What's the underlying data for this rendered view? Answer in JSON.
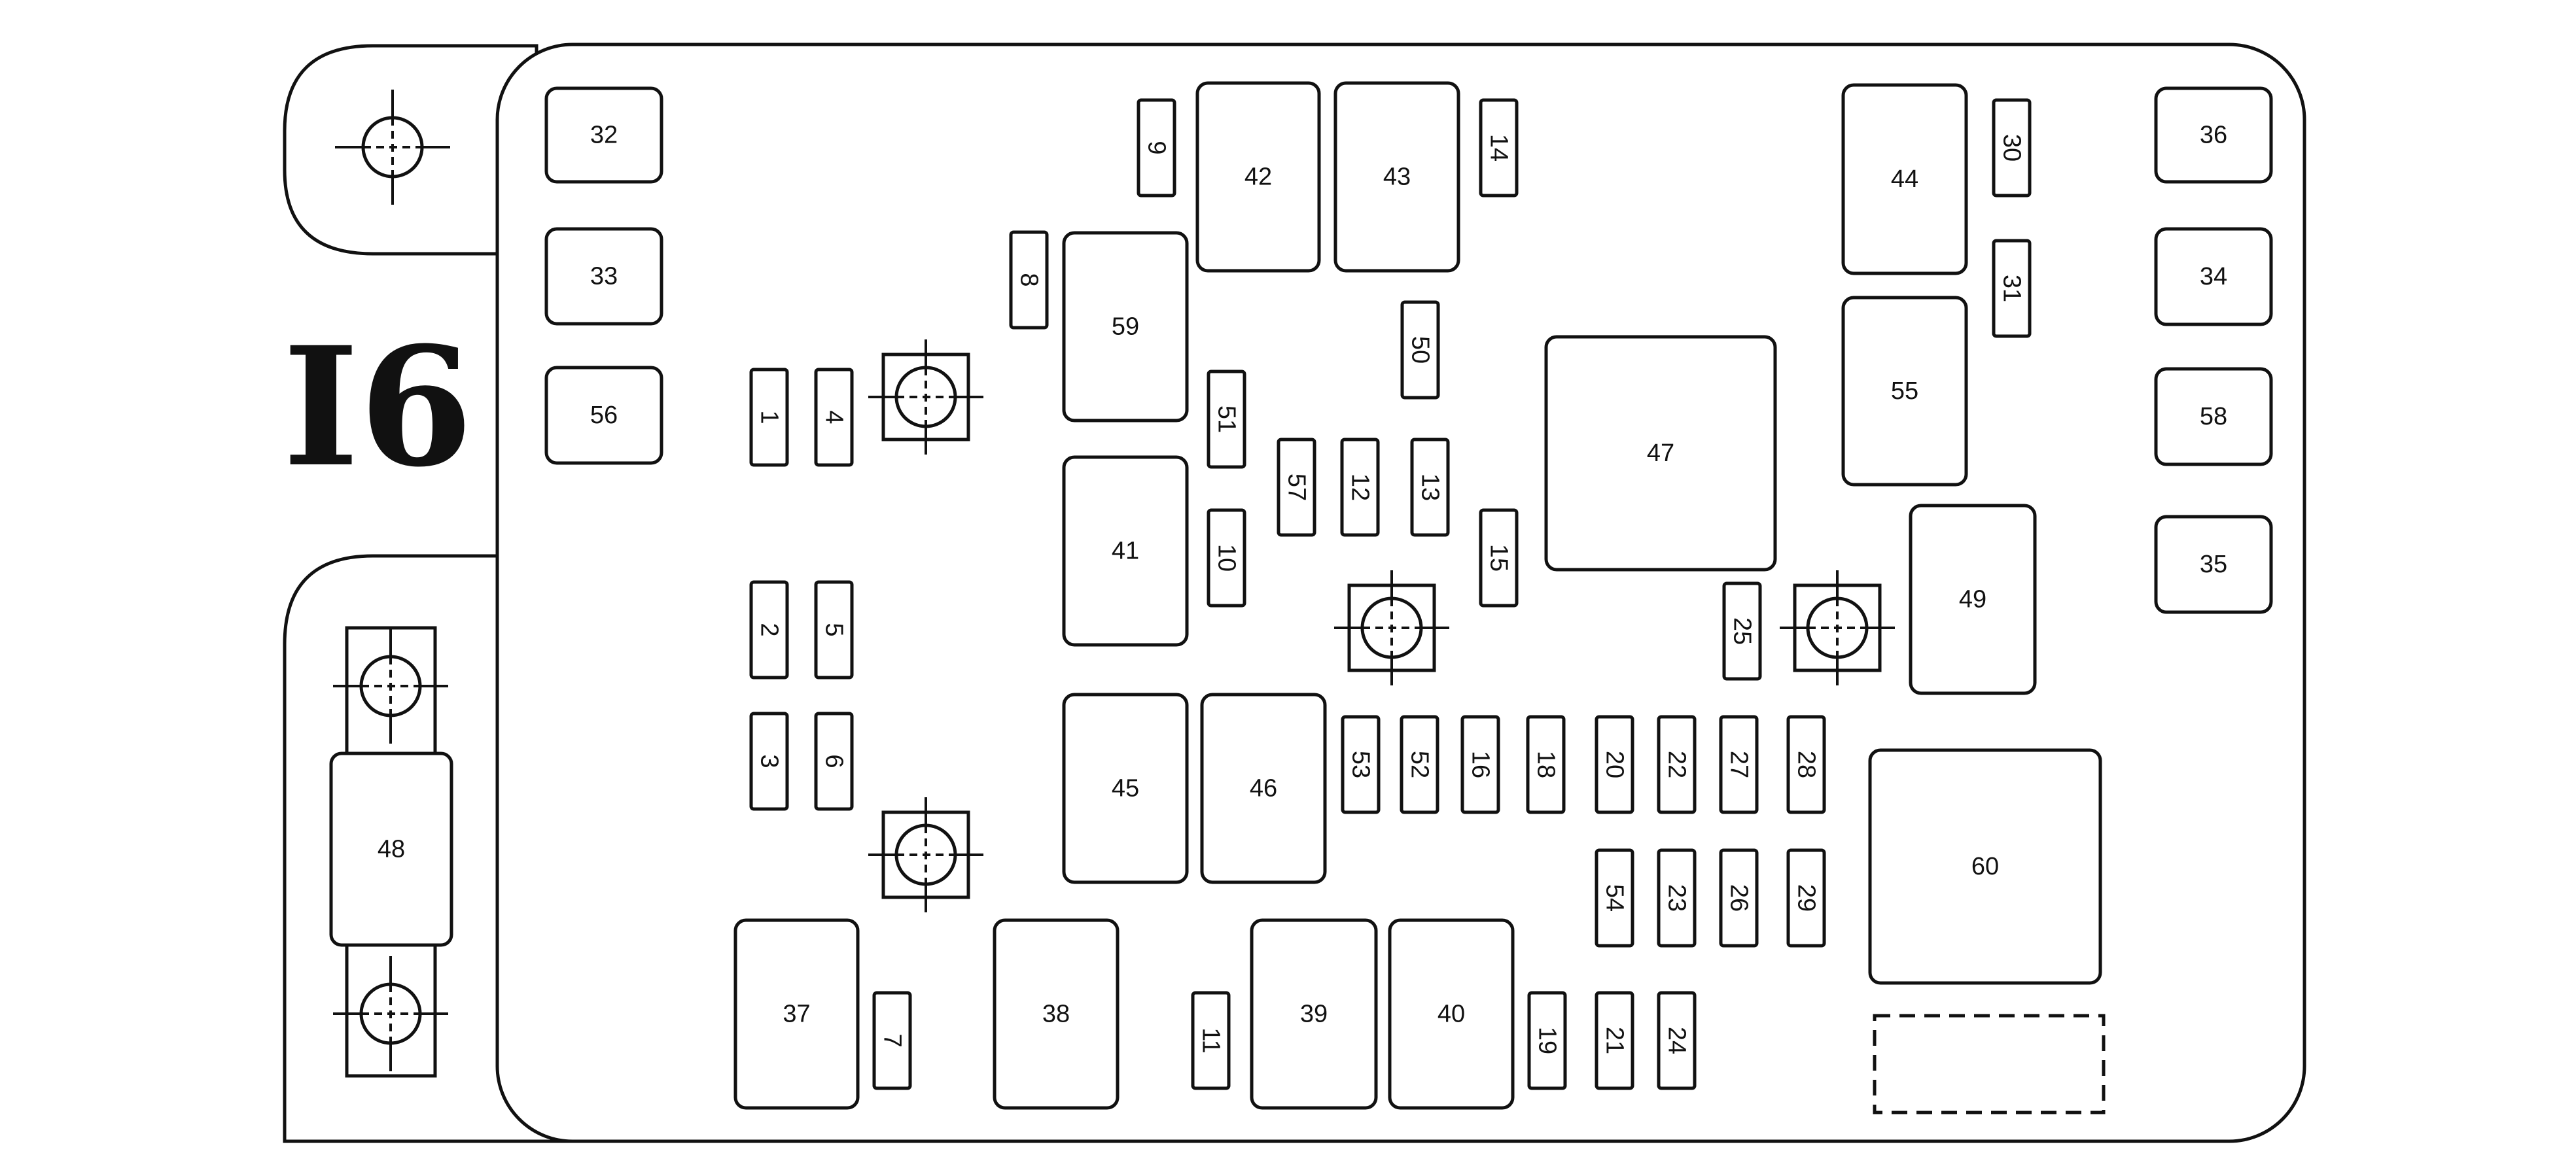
{
  "diagram": {
    "title": "I6",
    "fuses": [
      "1",
      "2",
      "3",
      "4",
      "5",
      "6",
      "7",
      "8",
      "9",
      "10",
      "11",
      "12",
      "13",
      "14",
      "15",
      "16",
      "18",
      "19",
      "20",
      "21",
      "22",
      "23",
      "24",
      "25",
      "26",
      "27",
      "28",
      "29",
      "30",
      "31",
      "50",
      "51",
      "52",
      "53",
      "54",
      "57"
    ],
    "relays_and_blocks": [
      "32",
      "33",
      "34",
      "35",
      "36",
      "37",
      "38",
      "39",
      "40",
      "41",
      "42",
      "43",
      "44",
      "45",
      "46",
      "47",
      "48",
      "49",
      "55",
      "56",
      "58",
      "59",
      "60"
    ],
    "colors": {
      "line": "#111111",
      "background": "#ffffff"
    }
  }
}
